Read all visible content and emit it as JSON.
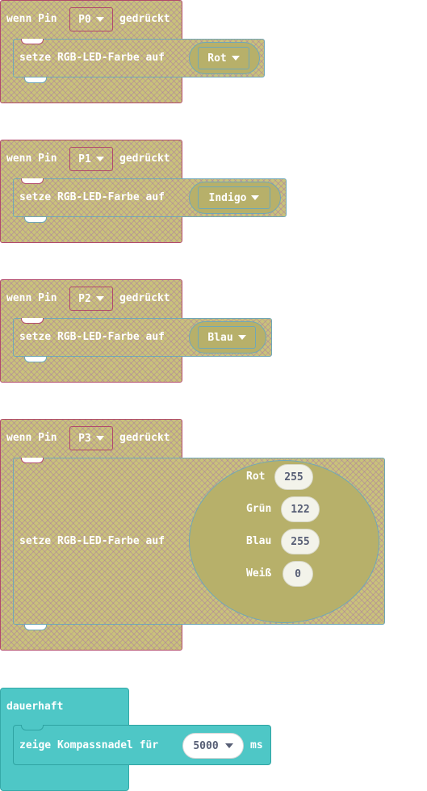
{
  "blocks": [
    {
      "hat": "wenn Pin",
      "pin": "P0",
      "pressed": "gedrückt",
      "action": "setze RGB-LED-Farbe auf",
      "color": "Rot"
    },
    {
      "hat": "wenn Pin",
      "pin": "P1",
      "pressed": "gedrückt",
      "action": "setze RGB-LED-Farbe auf",
      "color": "Indigo"
    },
    {
      "hat": "wenn Pin",
      "pin": "P2",
      "pressed": "gedrückt",
      "action": "setze RGB-LED-Farbe auf",
      "color": "Blau"
    },
    {
      "hat": "wenn Pin",
      "pin": "P3",
      "pressed": "gedrückt",
      "action": "setze RGB-LED-Farbe auf",
      "rgb": [
        {
          "label": "Rot",
          "value": "255"
        },
        {
          "label": "Grün",
          "value": "122"
        },
        {
          "label": "Blau",
          "value": "255"
        },
        {
          "label": "Weiß",
          "value": "0"
        }
      ]
    }
  ],
  "forever": {
    "label": "dauerhaft",
    "action": "zeige Kompassnadel für",
    "duration": "5000",
    "unit": "ms"
  },
  "colors": {
    "event_border": "#b24a6a",
    "event_fill": "#c9c27a",
    "teal": "#4ec7c6",
    "white_text": "#ffffff"
  }
}
